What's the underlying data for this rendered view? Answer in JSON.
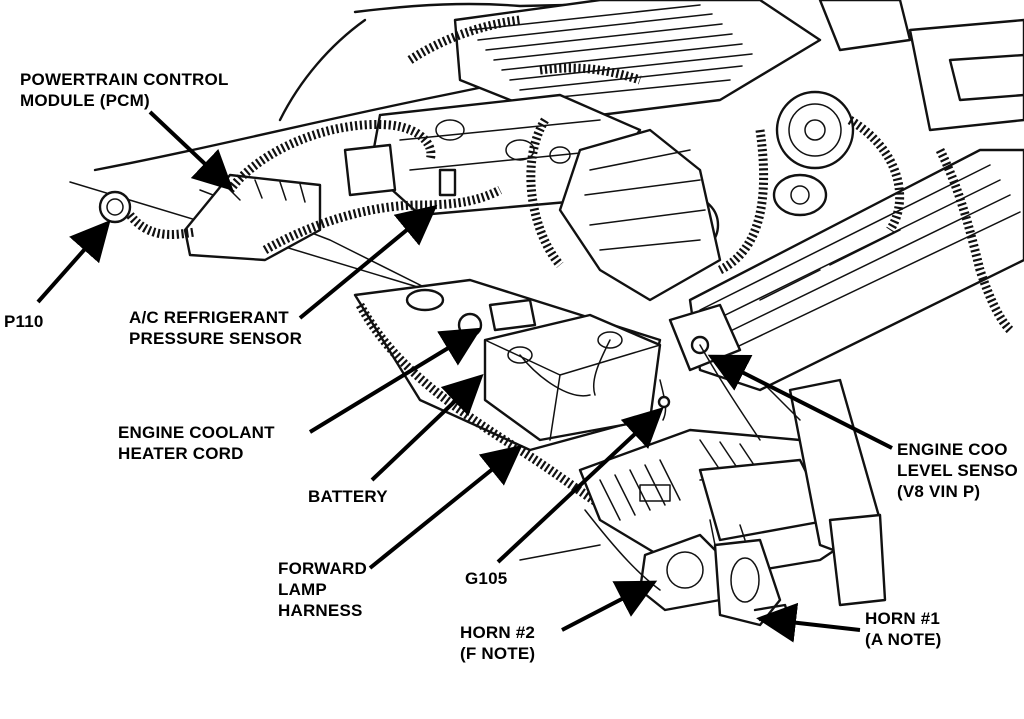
{
  "labels": {
    "pcm": [
      "POWERTRAIN CONTROL",
      "MODULE (PCM)"
    ],
    "p110": "P110",
    "ac_sensor": [
      "A/C REFRIGERANT",
      "PRESSURE SENSOR"
    ],
    "coolant_cord": [
      "ENGINE COOLANT",
      "HEATER CORD"
    ],
    "battery": "BATTERY",
    "forward_lamp": [
      "FORWARD",
      "LAMP",
      "HARNESS"
    ],
    "g105": "G105",
    "coolant_level": [
      "ENGINE COO",
      "LEVEL SENSO",
      "(V8 VIN P)"
    ],
    "horn2": [
      "HORN #2",
      "(F NOTE)"
    ],
    "horn1": [
      "HORN #1",
      "(A NOTE)"
    ]
  }
}
